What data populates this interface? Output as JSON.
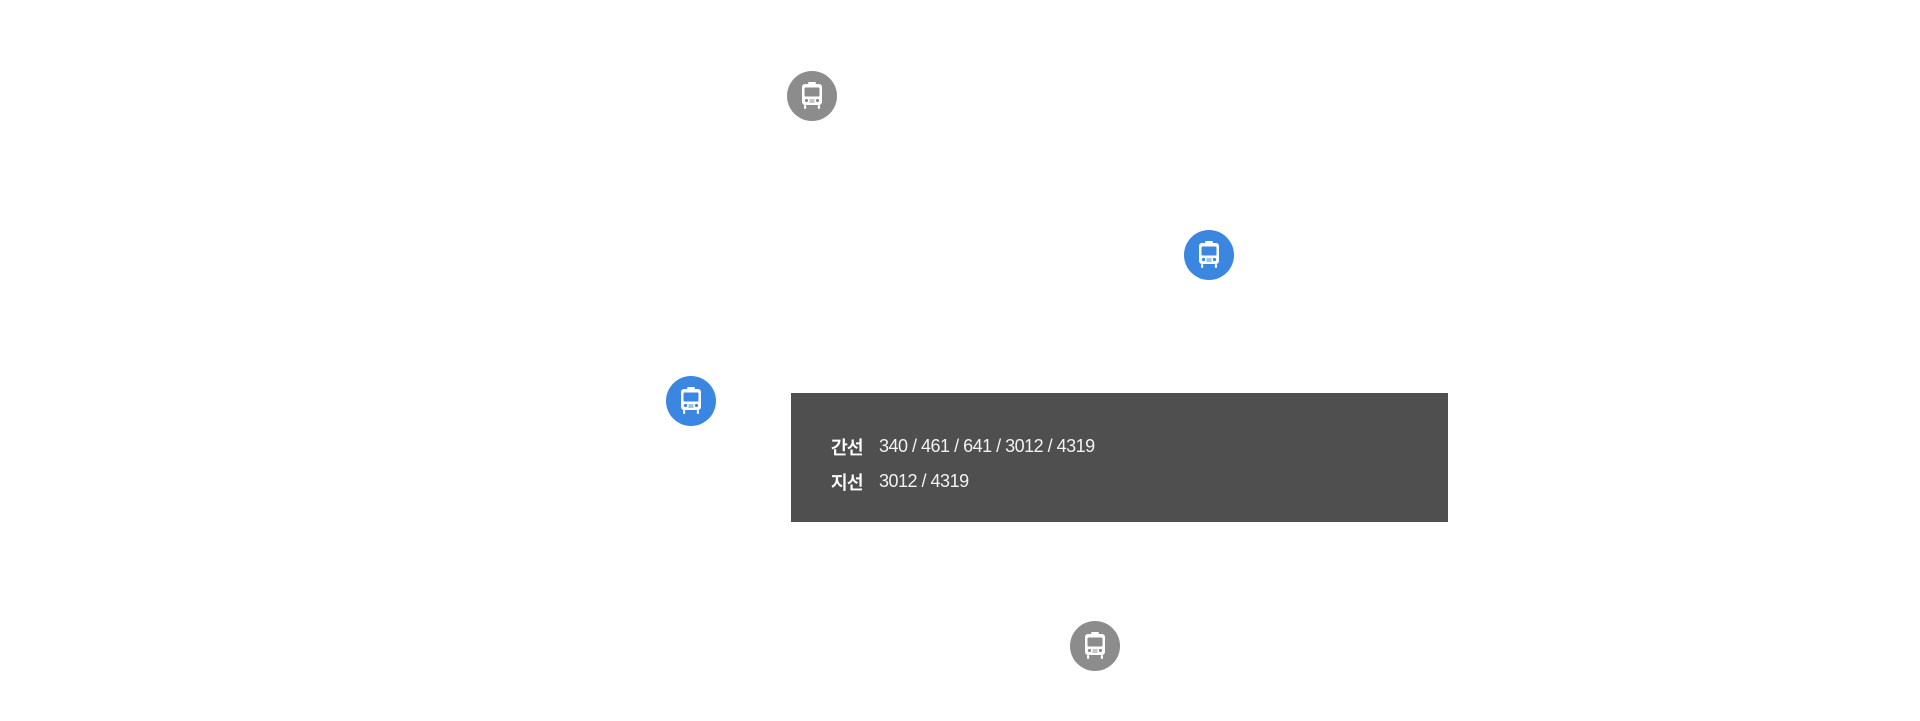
{
  "markers": [
    {
      "id": "bus-stop-1",
      "state": "inactive",
      "icon": "bus-icon",
      "color": "#8c8c8c"
    },
    {
      "id": "bus-stop-2",
      "state": "active",
      "icon": "bus-icon",
      "color": "#3a86e0"
    },
    {
      "id": "bus-stop-3",
      "state": "active",
      "icon": "bus-icon",
      "color": "#3a86e0"
    },
    {
      "id": "bus-stop-4",
      "state": "inactive",
      "icon": "bus-icon",
      "color": "#8c8c8c"
    }
  ],
  "tooltip": {
    "background": "#4f4f4f",
    "rows": [
      {
        "type": "간선",
        "routes": "340 / 461 / 641 / 3012 / 4319"
      },
      {
        "type": "지선",
        "routes": "3012 / 4319"
      }
    ]
  }
}
